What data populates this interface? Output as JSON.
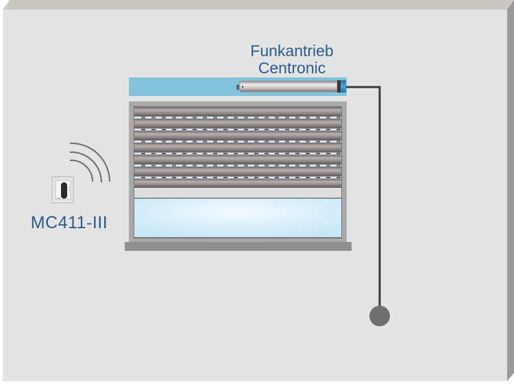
{
  "diagram": {
    "motor": {
      "label_line1": "Funkantrieb",
      "label_line2": "Centronic"
    },
    "remote": {
      "label": "MC411-III"
    },
    "colors": {
      "wall_front": "#e4e4e4",
      "wall_top": "#cbc8c4",
      "wall_side": "#9b9b9b",
      "label_text": "#2b5a8e",
      "shutter_box": "#82c3db",
      "motor_cap": "#2e86c8",
      "cable": "#3a3a3a",
      "plug": "#707070",
      "glass": "#cfeaf8"
    },
    "shutter": {
      "slat_count": 7
    }
  }
}
